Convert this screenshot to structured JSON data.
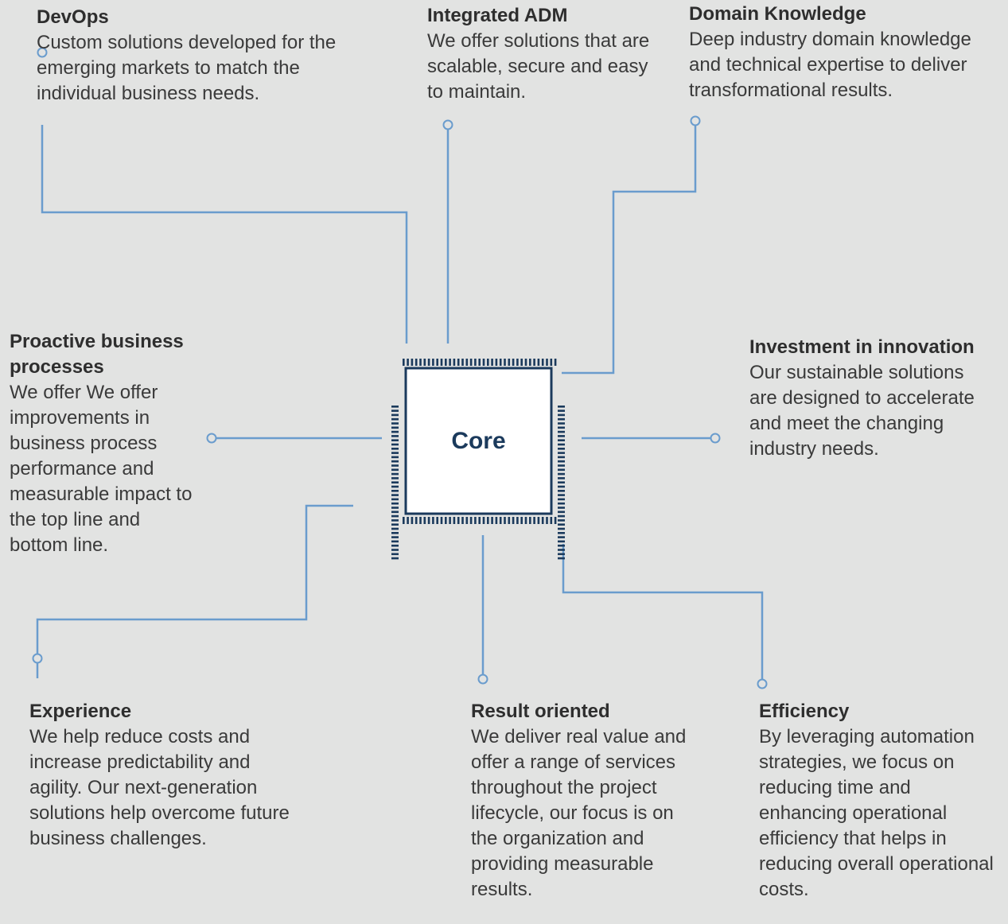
{
  "colors": {
    "background": "#e2e3e2",
    "connector": "#6a9ccd",
    "chip_border": "#1b3a5c",
    "chip_fill": "#ffffff"
  },
  "core": {
    "label": "Core"
  },
  "blocks": {
    "devops": {
      "title": "DevOps",
      "desc": "Custom solutions developed for the emerging markets to match the individual business needs."
    },
    "integrated_adm": {
      "title": "Integrated ADM",
      "desc": "We offer solutions that are scalable, secure and easy to maintain."
    },
    "domain_knowledge": {
      "title": "Domain Knowledge",
      "desc": "Deep industry domain knowledge and technical expertise to deliver transformational results."
    },
    "proactive": {
      "title": "Proactive business processes",
      "desc": "We offer We offer improvements in business process performance and measurable impact to the top line and bottom line."
    },
    "investment": {
      "title": "Investment in innovation",
      "desc": "Our sustainable solutions are designed to accelerate and meet the changing industry needs."
    },
    "experience": {
      "title": "Experience",
      "desc": "We help reduce costs and increase predictability and agility. Our next-generation solutions help overcome future business challenges."
    },
    "result": {
      "title": "Result oriented",
      "desc": "We deliver real value and offer a range of services throughout the project lifecycle, our focus is on the organization and providing measurable results."
    },
    "efficiency": {
      "title": "Efficiency",
      "desc": "By leveraging automation strategies, we focus on reducing time and enhancing operational efficiency that helps in reducing overall operational costs."
    }
  }
}
